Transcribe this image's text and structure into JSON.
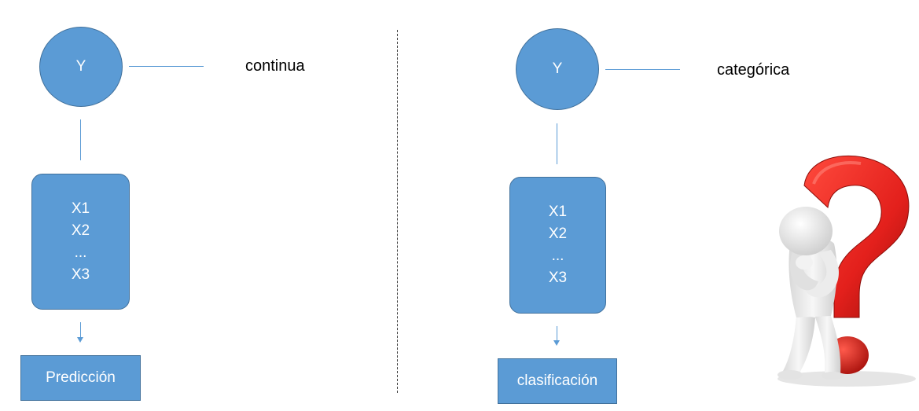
{
  "left": {
    "target": "Y",
    "type_label": "continua",
    "variables": [
      "X1",
      "X2",
      "...",
      "X3"
    ],
    "output": "Predicción"
  },
  "right": {
    "target": "Y",
    "type_label": "categórica",
    "variables": [
      "X1",
      "X2",
      "...",
      "X3"
    ],
    "output": "clasificación"
  },
  "colors": {
    "node_fill": "#5b9bd5",
    "node_border": "#41719c",
    "question_mark": "#e3201c",
    "figure": "#ececec"
  },
  "illustration": {
    "icon": "thinking-person-question-mark-icon"
  }
}
